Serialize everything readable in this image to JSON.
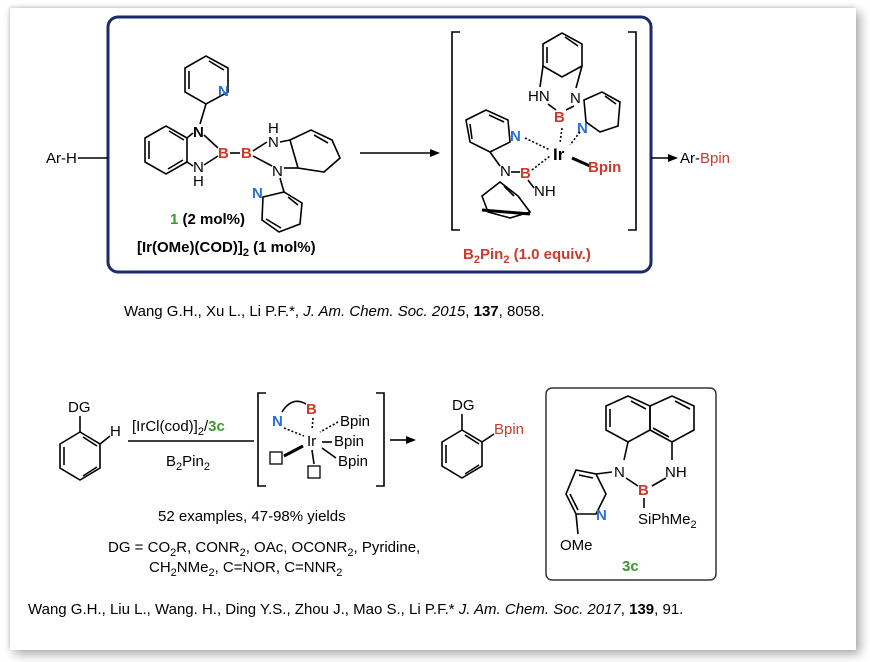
{
  "scheme1": {
    "reactant": "Ar-H",
    "product_prefix": "Ar-",
    "product_suffix": "Bpin",
    "catalyst_number": "1",
    "catalyst_loading": " (2 mol%)",
    "ir_precursor": "[Ir(OMe)(COD)]",
    "ir_sub": "2",
    "ir_loading": "  (1 mol%)",
    "reagent_prefix": "B",
    "reagent_sub1": "2",
    "reagent_mid": "Pin",
    "reagent_sub2": "2",
    "reagent_suffix": " (1.0 equiv.)",
    "ligand_atoms": {
      "N": "N",
      "B": "B",
      "NH": "NH",
      "HN": "HN",
      "H": "H",
      "Ir": "Ir",
      "Bpin": "Bpin"
    }
  },
  "reference1": {
    "authors": "Wang G.H., Xu L., Li P.F.*, ",
    "journal": "J. Am. Chem. Soc. 2015",
    "sep": ", ",
    "volume": "137",
    "pages": ", 8058."
  },
  "scheme2": {
    "dg_label": "DG",
    "h_label": "H",
    "cond_top_prefix": "[IrCl(cod)]",
    "cond_top_sub": "2",
    "cond_top_slash": "/",
    "cond_top_ligand": "3c",
    "cond_bottom_prefix": "B",
    "cond_bottom_sub1": "2",
    "cond_bottom_mid": "Pin",
    "cond_bottom_sub2": "2",
    "intermediate": {
      "N": "N",
      "B": "B",
      "Ir": "Ir",
      "Bpin1": "Bpin",
      "Bpin2": "Bpin",
      "Bpin3": "Bpin"
    },
    "product_dg": "DG",
    "product_bpin": "Bpin",
    "examples": "52 examples, 47-98% yields",
    "dg_line1_label": "DG = ",
    "dg_line1": [
      "CO",
      "2",
      "R,  CONR",
      "2",
      ", OAc, OCONR",
      "2",
      ", Pyridine,"
    ],
    "dg_line2": [
      "CH",
      "2",
      "NMe",
      "2",
      ", C=NOR, C=NNR",
      "2"
    ],
    "ligand_3c": {
      "N1": "N",
      "NH": "NH",
      "B": "B",
      "Npy": "N",
      "Si": "SiPhMe",
      "Si_sub": "2",
      "OMe": "OMe",
      "label": "3c"
    }
  },
  "reference2": {
    "authors": "Wang G.H., Liu L., Wang. H., Ding Y.S., Zhou J., Mao S., Li P.F.* ",
    "journal": "J. Am. Chem. Soc. 2017",
    "sep": ", ",
    "volume": "139",
    "pages": ", 91."
  },
  "colors": {
    "frame": "#1a2a6c",
    "nitrogen": "#2a6fd6",
    "boron": "#cc3a2a",
    "label_green": "#3a9a2a"
  }
}
